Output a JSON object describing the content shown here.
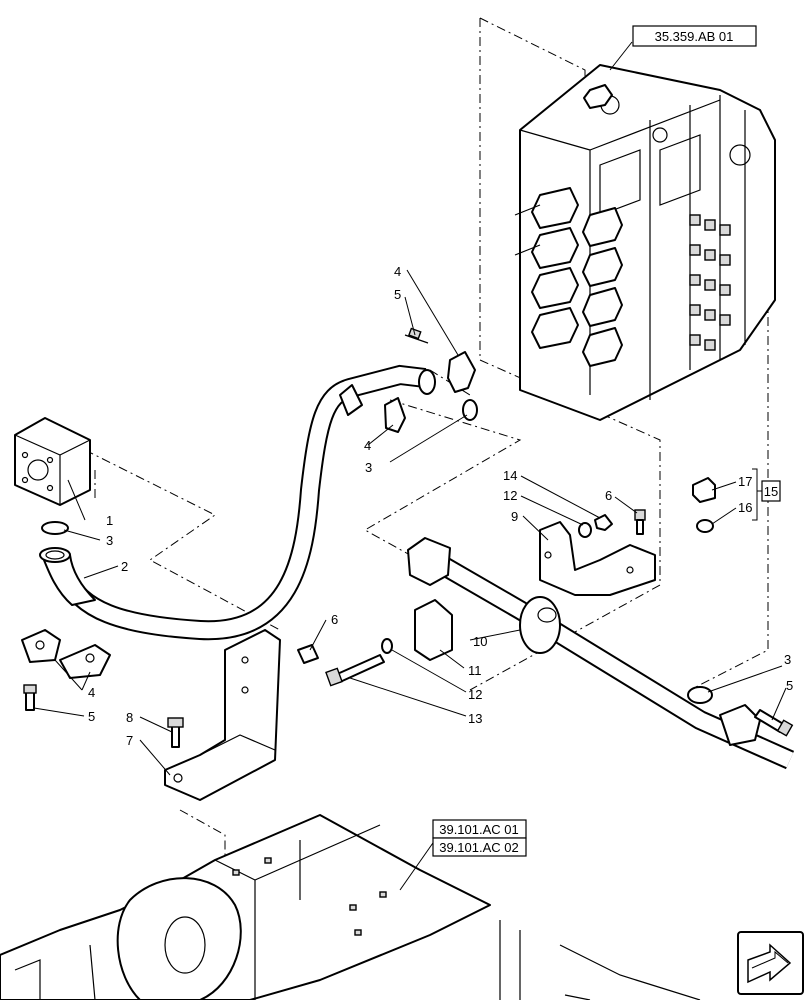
{
  "references": {
    "control_valve": "35.359.AB 01",
    "frame_1": "39.101.AC 01",
    "frame_2": "39.101.AC 02",
    "kit": "15"
  },
  "callouts": {
    "c1": "1",
    "c2": "2",
    "c3a": "3",
    "c3b": "3",
    "c3c": "3",
    "c4a": "4",
    "c4b": "4",
    "c4c": "4",
    "c5a": "5",
    "c5b": "5",
    "c5c": "5",
    "c6a": "6",
    "c6b": "6",
    "c7": "7",
    "c8": "8",
    "c9": "9",
    "c10": "10",
    "c11": "11",
    "c12a": "12",
    "c12b": "12",
    "c13": "13",
    "c14": "14",
    "c16": "16",
    "c17": "17"
  },
  "navigation": {
    "icon": "next-page-arrow-icon"
  }
}
